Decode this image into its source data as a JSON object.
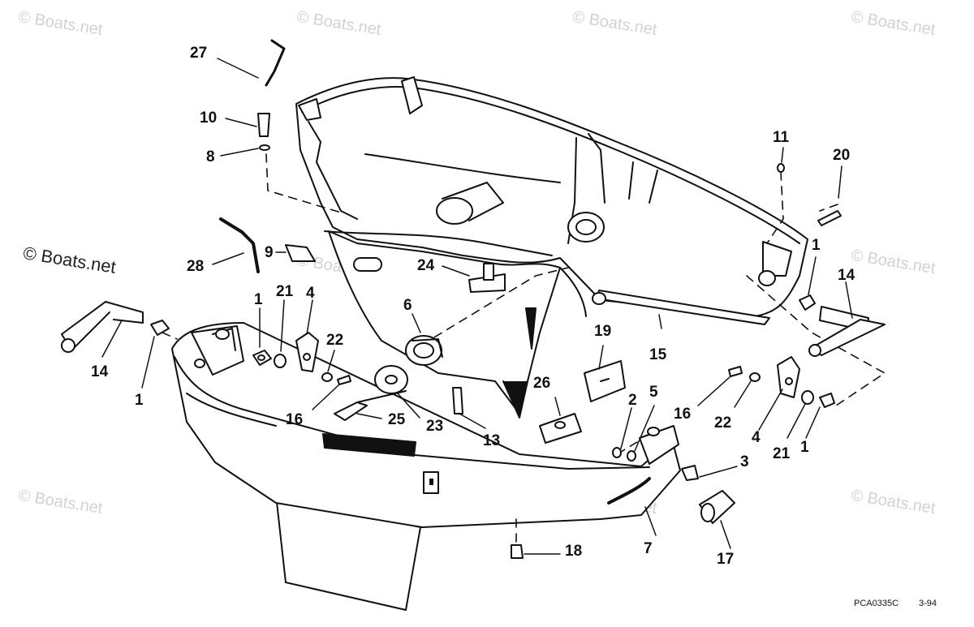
{
  "watermark_text": "© Boats.net",
  "watermark_corner": "© Boats.net",
  "figure_code": "PCA0335C",
  "figure_date": "3-94",
  "colors": {
    "line": "#111111",
    "fill": "#ffffff",
    "watermark": "#d2d2d2"
  },
  "callouts": [
    {
      "id": "c27",
      "text": "27"
    },
    {
      "id": "c10",
      "text": "10"
    },
    {
      "id": "c8",
      "text": "8"
    },
    {
      "id": "c11",
      "text": "11"
    },
    {
      "id": "c20",
      "text": "20"
    },
    {
      "id": "c28",
      "text": "28"
    },
    {
      "id": "c9",
      "text": "9"
    },
    {
      "id": "c24",
      "text": "24"
    },
    {
      "id": "c1a",
      "text": "1"
    },
    {
      "id": "c21a",
      "text": "21"
    },
    {
      "id": "c4a",
      "text": "4"
    },
    {
      "id": "c22a",
      "text": "22"
    },
    {
      "id": "c6",
      "text": "6"
    },
    {
      "id": "c14a",
      "text": "14"
    },
    {
      "id": "c1b",
      "text": "1"
    },
    {
      "id": "c16a",
      "text": "16"
    },
    {
      "id": "c25",
      "text": "25"
    },
    {
      "id": "c23",
      "text": "23"
    },
    {
      "id": "c13",
      "text": "13"
    },
    {
      "id": "c26",
      "text": "26"
    },
    {
      "id": "c19",
      "text": "19"
    },
    {
      "id": "c15",
      "text": "15"
    },
    {
      "id": "c1c",
      "text": "1"
    },
    {
      "id": "c14b",
      "text": "14"
    },
    {
      "id": "c2",
      "text": "2"
    },
    {
      "id": "c5",
      "text": "5"
    },
    {
      "id": "c16b",
      "text": "16"
    },
    {
      "id": "c22b",
      "text": "22"
    },
    {
      "id": "c4b",
      "text": "4"
    },
    {
      "id": "c21b",
      "text": "21"
    },
    {
      "id": "c1d",
      "text": "1"
    },
    {
      "id": "c3",
      "text": "3"
    },
    {
      "id": "c7",
      "text": "7"
    },
    {
      "id": "c18",
      "text": "18"
    },
    {
      "id": "c17",
      "text": "17"
    }
  ]
}
